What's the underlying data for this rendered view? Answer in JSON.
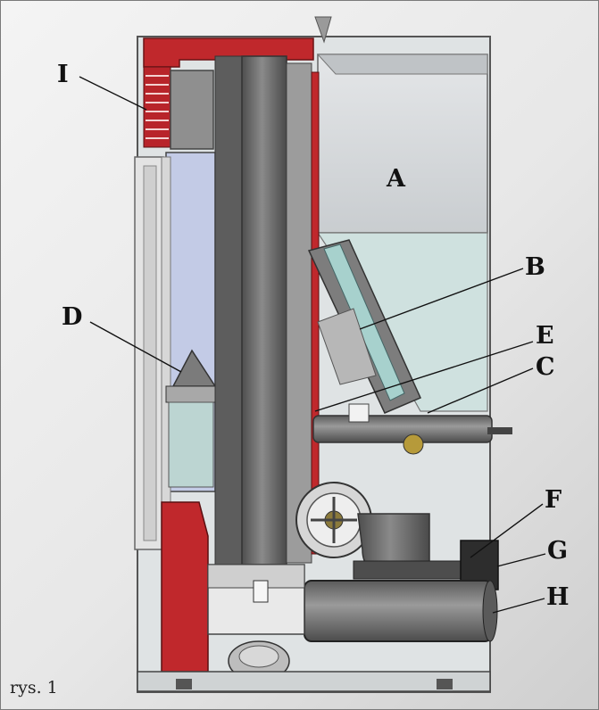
{
  "labels": {
    "A": "A",
    "B": "B",
    "C": "C",
    "D": "D",
    "E": "E",
    "F": "F",
    "G": "G",
    "H": "H",
    "I": "I"
  },
  "caption": "rys. 1",
  "colors": {
    "casing_red": "#c0282c",
    "hopper_grey": "#d7dadc",
    "glass_blue": "#c3cbe6",
    "pipe_grey": "#6f6f6f",
    "teal": "#9fc7c4",
    "frame_border": "#7a7a7a"
  }
}
